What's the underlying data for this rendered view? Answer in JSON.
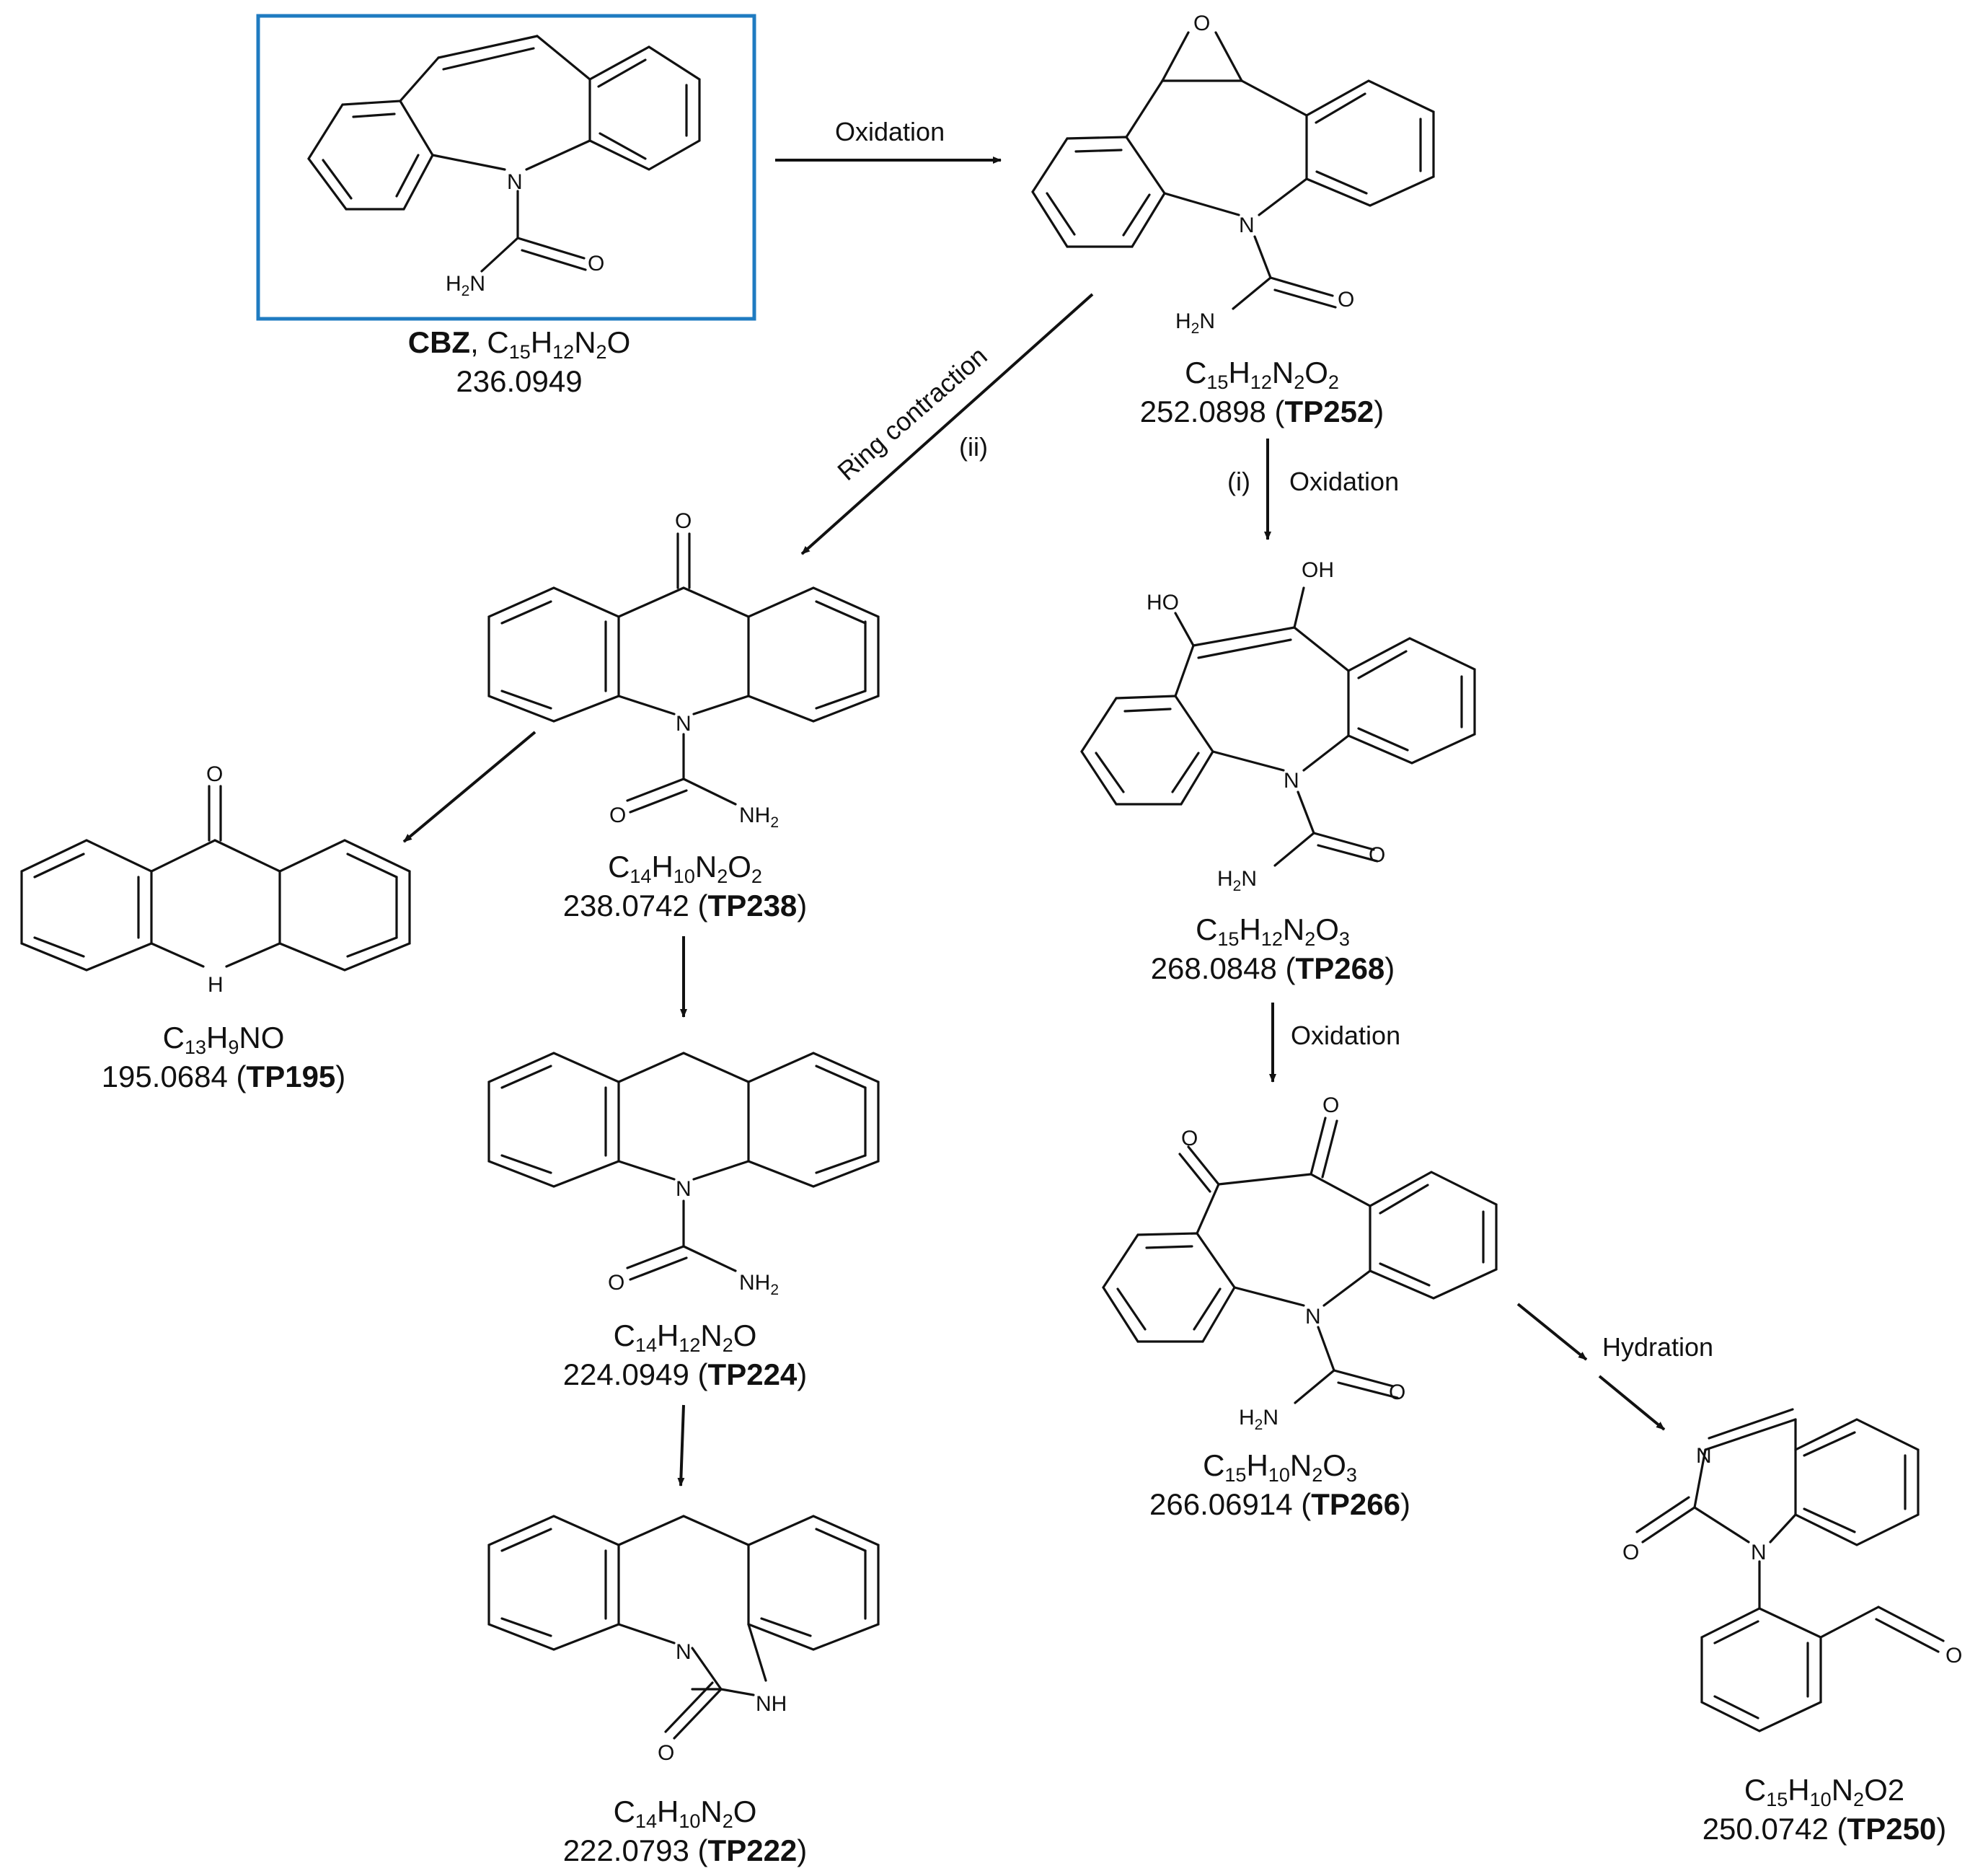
{
  "compounds": {
    "cbz": {
      "name": "CBZ",
      "mass": "236.0949"
    },
    "tp252": {
      "mass": "252.0898",
      "id": "TP252"
    },
    "tp238": {
      "mass": "238.0742",
      "id": "TP238"
    },
    "tp195": {
      "mass": "195.0684",
      "id": "TP195"
    },
    "tp268": {
      "mass": "268.0848",
      "id": "TP268"
    },
    "tp224": {
      "mass": "224.0949",
      "id": "TP224"
    },
    "tp266": {
      "mass": "266.06914",
      "id": "TP266"
    },
    "tp222": {
      "mass": "222.0793",
      "id": "TP222"
    },
    "tp250": {
      "mass": "250.0742",
      "id": "TP250"
    }
  },
  "formulas": {
    "cbz": {
      "c": "C",
      "cn": "15",
      "h": "H",
      "hn": "12",
      "n": "N",
      "nn": "2",
      "o": "O"
    },
    "tp252": {
      "c": "C",
      "cn": "15",
      "h": "H",
      "hn": "12",
      "n": "N",
      "nn": "2",
      "o": "O",
      "on": "2"
    },
    "tp238": {
      "c": "C",
      "cn": "14",
      "h": "H",
      "hn": "10",
      "n": "N",
      "nn": "2",
      "o": "O",
      "on": "2"
    },
    "tp195": {
      "c": "C",
      "cn": "13",
      "h": "H",
      "hn": "9",
      "rest": "NO"
    },
    "tp268": {
      "c": "C",
      "cn": "15",
      "h": "H",
      "hn": "12",
      "n": "N",
      "nn": "2",
      "o": "O",
      "on": "3"
    },
    "tp224": {
      "c": "C",
      "cn": "14",
      "h": "H",
      "hn": "12",
      "n": "N",
      "nn": "2",
      "o": "O"
    },
    "tp266": {
      "c": "C",
      "cn": "15",
      "h": "H",
      "hn": "10",
      "n": "N",
      "nn": "2",
      "o": "O",
      "on": "3"
    },
    "tp222": {
      "c": "C",
      "cn": "14",
      "h": "H",
      "hn": "10",
      "n": "N",
      "nn": "2",
      "o": "O"
    },
    "tp250": {
      "c": "C",
      "cn": "15",
      "h": "H",
      "hn": "10",
      "n": "N",
      "nn": "2",
      "rest": "O2"
    }
  },
  "reactions": {
    "oxidation_1": "Oxidation",
    "ring_contraction": "Ring contraction",
    "ring_contraction_tag": "(ii)",
    "oxidation_2_tag": "(i)",
    "oxidation_2": "Oxidation",
    "oxidation_3": "Oxidation",
    "hydration": "Hydration"
  },
  "atoms": {
    "N": "N",
    "O": "O",
    "H": "H",
    "NH": "NH",
    "HO": "HO",
    "OH": "OH",
    "H2N_h": "H",
    "H2N_2": "2",
    "H2N_n": "N",
    "NH2_nh": "NH",
    "NH2_2": "2"
  },
  "colors": {
    "highlight_box": "#1f7bc1",
    "ink": "#111111"
  }
}
